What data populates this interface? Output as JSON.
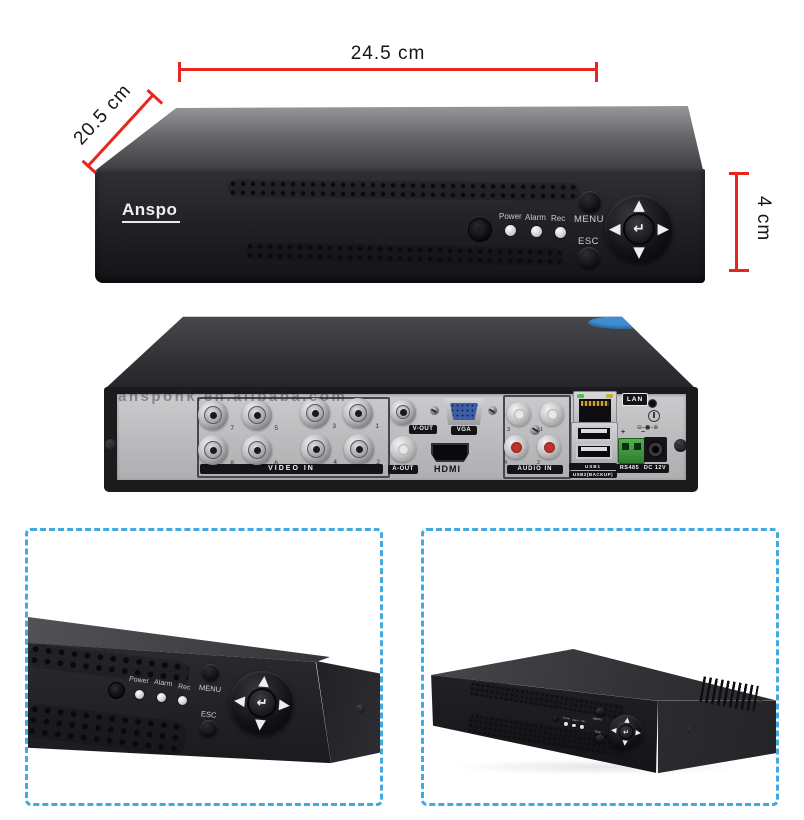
{
  "dimensions": {
    "width": "24.5 cm",
    "depth": "20.5 cm",
    "height": "4 cm"
  },
  "brand": "Anspo",
  "front_panel": {
    "led_labels": [
      "Power",
      "Alarm",
      "Rec"
    ],
    "menu": "MENU",
    "esc": "ESC",
    "dpad": {
      "up": "▲",
      "down": "▼",
      "left": "◀",
      "right": "▶",
      "enter": "↵"
    }
  },
  "back_panel": {
    "watermark": "anspohk.en.alibaba.com",
    "video_in": {
      "label": "VIDEO IN",
      "numbers": [
        "7",
        "5",
        "3",
        "1",
        "8",
        "6",
        "4",
        "2"
      ]
    },
    "v_out": "V-OUT",
    "vga": "VGA",
    "a_out": "A-OUT",
    "hdmi": "HDMI",
    "audio_in": {
      "label": "AUDIO IN",
      "numbers": [
        "3",
        "1",
        "4",
        "2"
      ]
    },
    "lan": "LAN",
    "usb1": "USB1",
    "usb2": "USB2(BACKUP)",
    "rs485": "RS485",
    "rs485_marks": "+ −",
    "polarity": "⊖–●–⊕",
    "dc": "DC 12V"
  },
  "colors": {
    "dimension_red": "#e8251f",
    "dashed_border_blue": "#41aae1",
    "vga_blue": "#3e5fa8",
    "rs485_green": "#3f9a3f",
    "rca_red": "#c33030",
    "sticker_blue": "#3e8ed6",
    "chassis_black": "#1b1b1e",
    "rear_panel_silver": "#bebec0"
  }
}
